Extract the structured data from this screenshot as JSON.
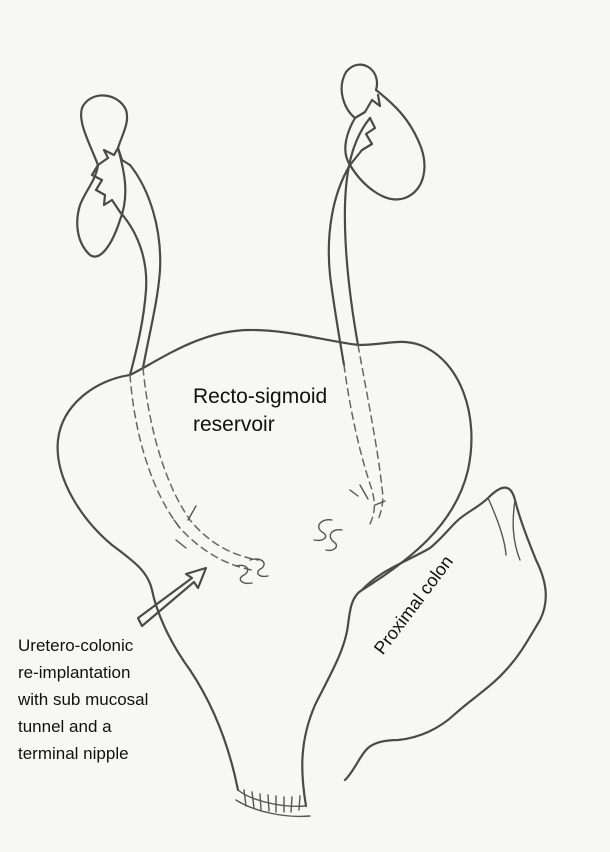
{
  "labels": {
    "reservoir": [
      "Recto-sigmoid",
      "reservoir"
    ],
    "reimplantation": [
      "Uretero-colonic",
      "re-implantation",
      "with sub mucosal",
      "tunnel and a",
      "terminal nipple"
    ],
    "proximal_colon": "Proximal colon"
  },
  "colors": {
    "background": "#f7f7f5",
    "ink": "#4a4a4a",
    "text": "#111111"
  }
}
